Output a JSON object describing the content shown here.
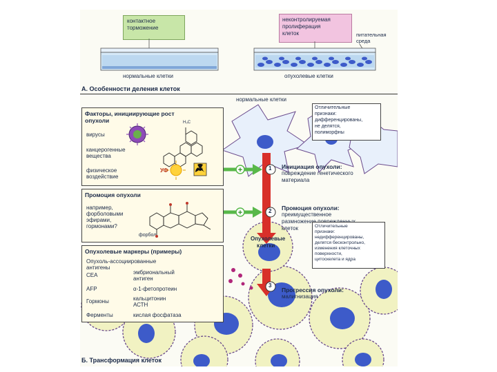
{
  "section_a": {
    "tag_green": [
      "контактное",
      "торможение"
    ],
    "tag_pink": [
      "неконтролируемая",
      "пролиферация",
      "клеток"
    ],
    "medium_label": [
      "питательная",
      "среда"
    ],
    "caption_normal": "нормальные клетки",
    "caption_tumor": "опухолевые клетки",
    "title": "А. Особенности деления клеток"
  },
  "section_b": {
    "normal_cells_label": "нормальные клетки",
    "normal_props": [
      "Отличительные",
      "признаки:",
      "дифференцированы,",
      "не делятся,",
      "полиморфны"
    ],
    "factors_title": [
      "Факторы, инициирующие рост",
      "опухоли"
    ],
    "viruses": "вирусы",
    "carcinogens": [
      "канцерогенные",
      "вещества"
    ],
    "physical": [
      "физическое",
      "воздействие"
    ],
    "uv": "УФ",
    "methyl_label": "H₃C",
    "step1_number": "1",
    "step1_title": "Инициация опухоли:",
    "step1_text": [
      "повреждение генетического",
      "материала"
    ],
    "promotion_title": "Промоция опухоли",
    "promotion_example": [
      "например,",
      "форболовыми",
      "эфирами,",
      "гормонами?"
    ],
    "phorbol": "форбол",
    "step2_number": "2",
    "step2_title": "Промоция опухоли:",
    "step2_text": [
      "преимущественное",
      "размножение поврежденных",
      "клеток"
    ],
    "tumor_cells_label": [
      "Опухолевые",
      "клетки"
    ],
    "tumor_props": [
      "Отличительные",
      "признаки:",
      "недифференцированы,",
      "делятся бесконтрольно,",
      "изменения клеточных",
      "поверхности,",
      "цитоскелета и ядра"
    ],
    "markers_title": "Опухолевые маркеры (примеры)",
    "antigens_label": [
      "Опухоль-ассоциированные",
      "антигены"
    ],
    "cea": "CEA",
    "cea_text": [
      "эмбриональный",
      "антиген"
    ],
    "afp": "AFP",
    "afp_text": "α-1-фетопротеин",
    "hormones": "Гормоны",
    "hormones_text": [
      "кальцитонин",
      "АСТН"
    ],
    "enzymes": "Ферменты",
    "enzymes_text": "кислая фосфатаза",
    "step3_number": "3",
    "step3_title": "Прогрессия опухоли:",
    "step3_text": "малигнизация",
    "title": "Б. Трансформация клеток"
  },
  "colors": {
    "tag_green": "#c8e6a8",
    "tag_pink": "#f2c4e0",
    "arrow_red": "#d8302a",
    "cell_membrane": "#6a4a8c",
    "nucleus_blue": "#3d5bc9",
    "box_fill": "#fffbe8",
    "plus_green": "#58b84a"
  }
}
